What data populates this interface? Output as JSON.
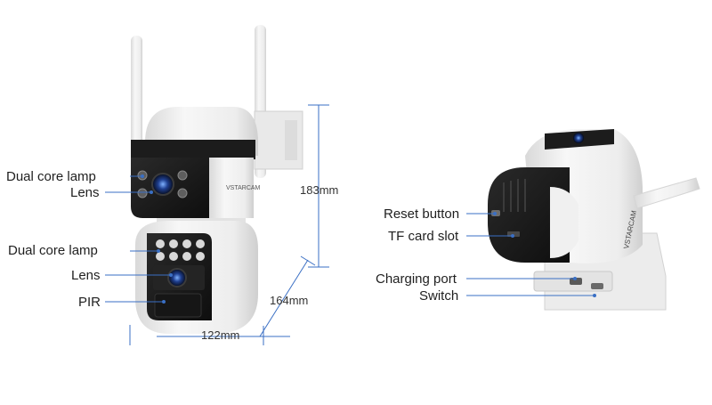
{
  "left_labels": {
    "dual_core_lamp_top": "Dual core lamp",
    "lens_top": "Lens",
    "dual_core_lamp_bottom": "Dual core lamp",
    "lens_bottom": "Lens",
    "pir": "PIR"
  },
  "dimensions": {
    "height": "183mm",
    "depth": "164mm",
    "width": "122mm"
  },
  "right_labels": {
    "reset_button": "Reset button",
    "tf_card_slot": "TF card slot",
    "charging_port": "Charging port",
    "switch": "Switch"
  },
  "brand_mark": "VSTARCAM",
  "colors": {
    "leader_line": "#3a6fc4",
    "dimension_line": "#3a6fc4",
    "camera_body": "#f2f2f2",
    "camera_face": "#1b1b1b"
  }
}
